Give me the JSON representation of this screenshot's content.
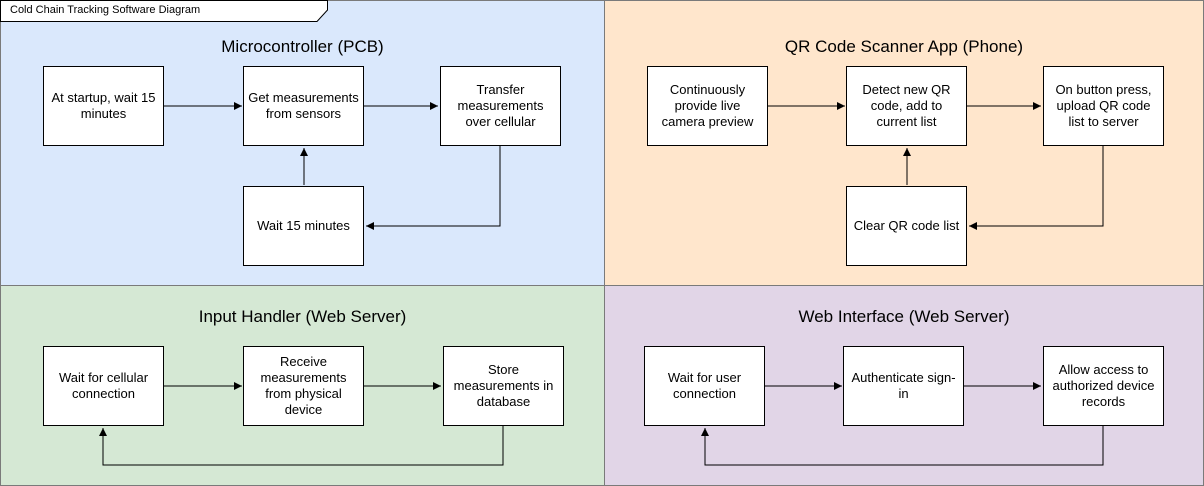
{
  "diagram": {
    "title": "Cold Chain Tracking Software Diagram",
    "panels": {
      "microcontroller": {
        "title": "Microcontroller (PCB)",
        "color": "#dae8fc",
        "steps": {
          "startup": "At startup, wait 15 minutes",
          "get": "Get measurements from sensors",
          "transfer": "Transfer measurements over cellular",
          "wait": "Wait 15 minutes"
        }
      },
      "qr_scanner": {
        "title": "QR Code Scanner App (Phone)",
        "color": "#ffe6cc",
        "steps": {
          "preview": "Continuously provide live camera preview",
          "detect": "Detect new QR code, add to current list",
          "upload": "On button press, upload QR code list to server",
          "clear": "Clear QR code list"
        }
      },
      "input_handler": {
        "title": "Input Handler (Web Server)",
        "color": "#d5e8d4",
        "steps": {
          "wait_conn": "Wait for cellular connection",
          "receive": "Receive measurements from physical device",
          "store": "Store measurements in database"
        }
      },
      "web_interface": {
        "title": "Web Interface (Web Server)",
        "color": "#e1d5e7",
        "steps": {
          "wait_user": "Wait for user connection",
          "auth": "Authenticate sign-in",
          "allow": "Allow access to authorized device records"
        }
      }
    }
  }
}
